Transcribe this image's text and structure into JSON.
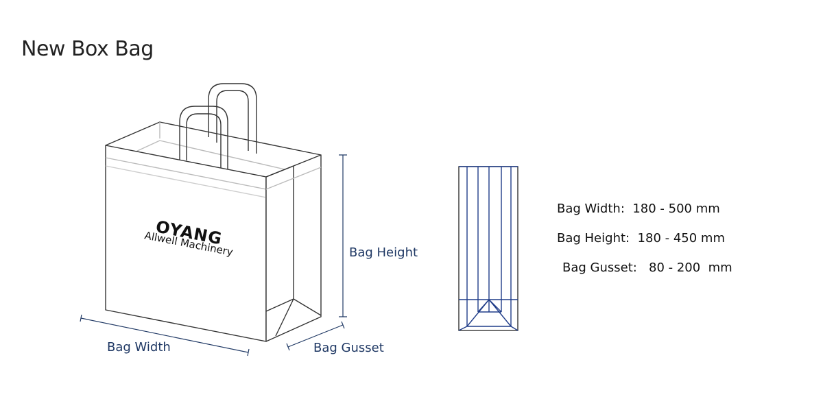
{
  "title": "New Box Bag",
  "logo": {
    "brand": "OYANG",
    "tagline": "Allwell Machinery"
  },
  "labels": {
    "bag_height": "Bag Height",
    "bag_width": "Bag Width",
    "bag_gusset": "Bag Gusset"
  },
  "specs": [
    {
      "text": "Bag Width:  180 - 500 mm"
    },
    {
      "text": "Bag Height:  180 - 450 mm"
    },
    {
      "text": "Bag Gusset:   80 - 200  mm"
    }
  ],
  "colors": {
    "outline": "#333333",
    "dimension": "#1f3864",
    "flat_lines": "#1f3c88"
  }
}
